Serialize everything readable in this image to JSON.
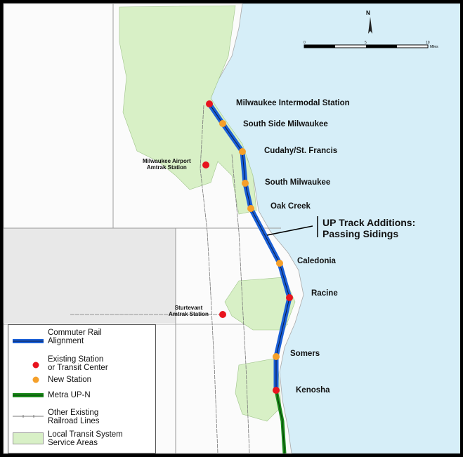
{
  "stations": [
    {
      "name": "Milwaukee Intermodal Station",
      "type": "existing"
    },
    {
      "name": "South Side Milwaukee",
      "type": "new"
    },
    {
      "name": "Cudahy/St. Francis",
      "type": "new"
    },
    {
      "name": "South Milwaukee",
      "type": "new"
    },
    {
      "name": "Oak Creek",
      "type": "new"
    },
    {
      "name": "Caledonia",
      "type": "new"
    },
    {
      "name": "Racine",
      "type": "existing"
    },
    {
      "name": "Somers",
      "type": "new"
    },
    {
      "name": "Kenosha",
      "type": "existing"
    }
  ],
  "amtrak": [
    {
      "line1": "Milwaukee Airport",
      "line2": "Amtrak Station"
    },
    {
      "line1": "Sturtevant",
      "line2": "Amtrak Station"
    }
  ],
  "callout": {
    "line1": "UP Track Additions:",
    "line2": "Passing Sidings"
  },
  "north_label": "N",
  "scale": {
    "ticks": [
      "0",
      "5",
      "10"
    ],
    "unit": "Miles"
  },
  "legend": {
    "commuter": [
      "Commuter Rail",
      "Alignment"
    ],
    "existing": [
      "Existing Station",
      "or Transit Center"
    ],
    "new_station": [
      "New Station"
    ],
    "metra": [
      "Metra UP-N"
    ],
    "other_rail": [
      "Other Existing",
      "Railroad Lines"
    ],
    "transit_area": [
      "Local Transit System",
      "Service Areas"
    ]
  },
  "colors": {
    "water": "#d6eef8",
    "commuter": "#1a5fd6",
    "metra": "#1a8a1a",
    "existing": "#e8141e",
    "new": "#f5a02a",
    "transit": "#d8f0c6"
  }
}
